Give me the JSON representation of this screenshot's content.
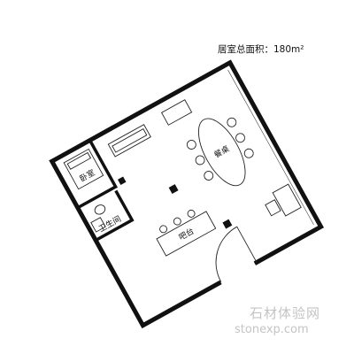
{
  "title": "居室总面积：18",
  "title_unit": "0m²",
  "rooms": {
    "bedroom": "卧室",
    "bathroom": "卫生间",
    "dining": "餐桌",
    "bar": "吧台"
  },
  "watermark": {
    "brand": "石材体验网",
    "url": "stonexp.com"
  }
}
